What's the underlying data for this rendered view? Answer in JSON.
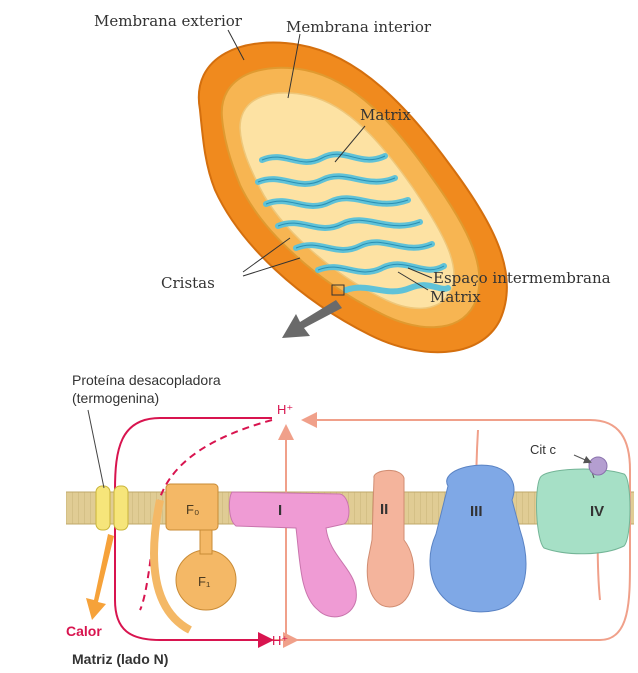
{
  "mito_labels": {
    "outer_membrane": "Membrana exterior",
    "inner_membrane": "Membrana interior",
    "matrix_top": "Matrix",
    "cristae": "Cristas",
    "intermembrane_space": "Espaço intermembrana",
    "matrix_bottom": "Matrix"
  },
  "etc_labels": {
    "uncoupling_protein": "Proteína desacopladora",
    "uncoupling_protein_sub": "(termogenina)",
    "h_plus_top": "H⁺",
    "h_plus_bottom": "H⁺",
    "cyt_c": "Cit c",
    "fo": "F₀",
    "f1": "F₁",
    "complex_1": "I",
    "complex_2": "II",
    "complex_3": "III",
    "complex_4": "IV",
    "heat": "Calor",
    "matrix_side": "Matriz (lado N)"
  },
  "colors": {
    "outer": "#f08a1e",
    "inner": "#f7b552",
    "matrix_fill": "#fde2a3",
    "cristae": "#5fc2d8",
    "membrane_band": "#d8c48a",
    "proton_red": "#d8144f",
    "pink_complex": "#ef9bd4",
    "salmon_complex": "#f4b49c",
    "blue_complex": "#7fa8e6",
    "green_complex": "#a6e0c6",
    "heat_orange": "#f6a23a"
  }
}
